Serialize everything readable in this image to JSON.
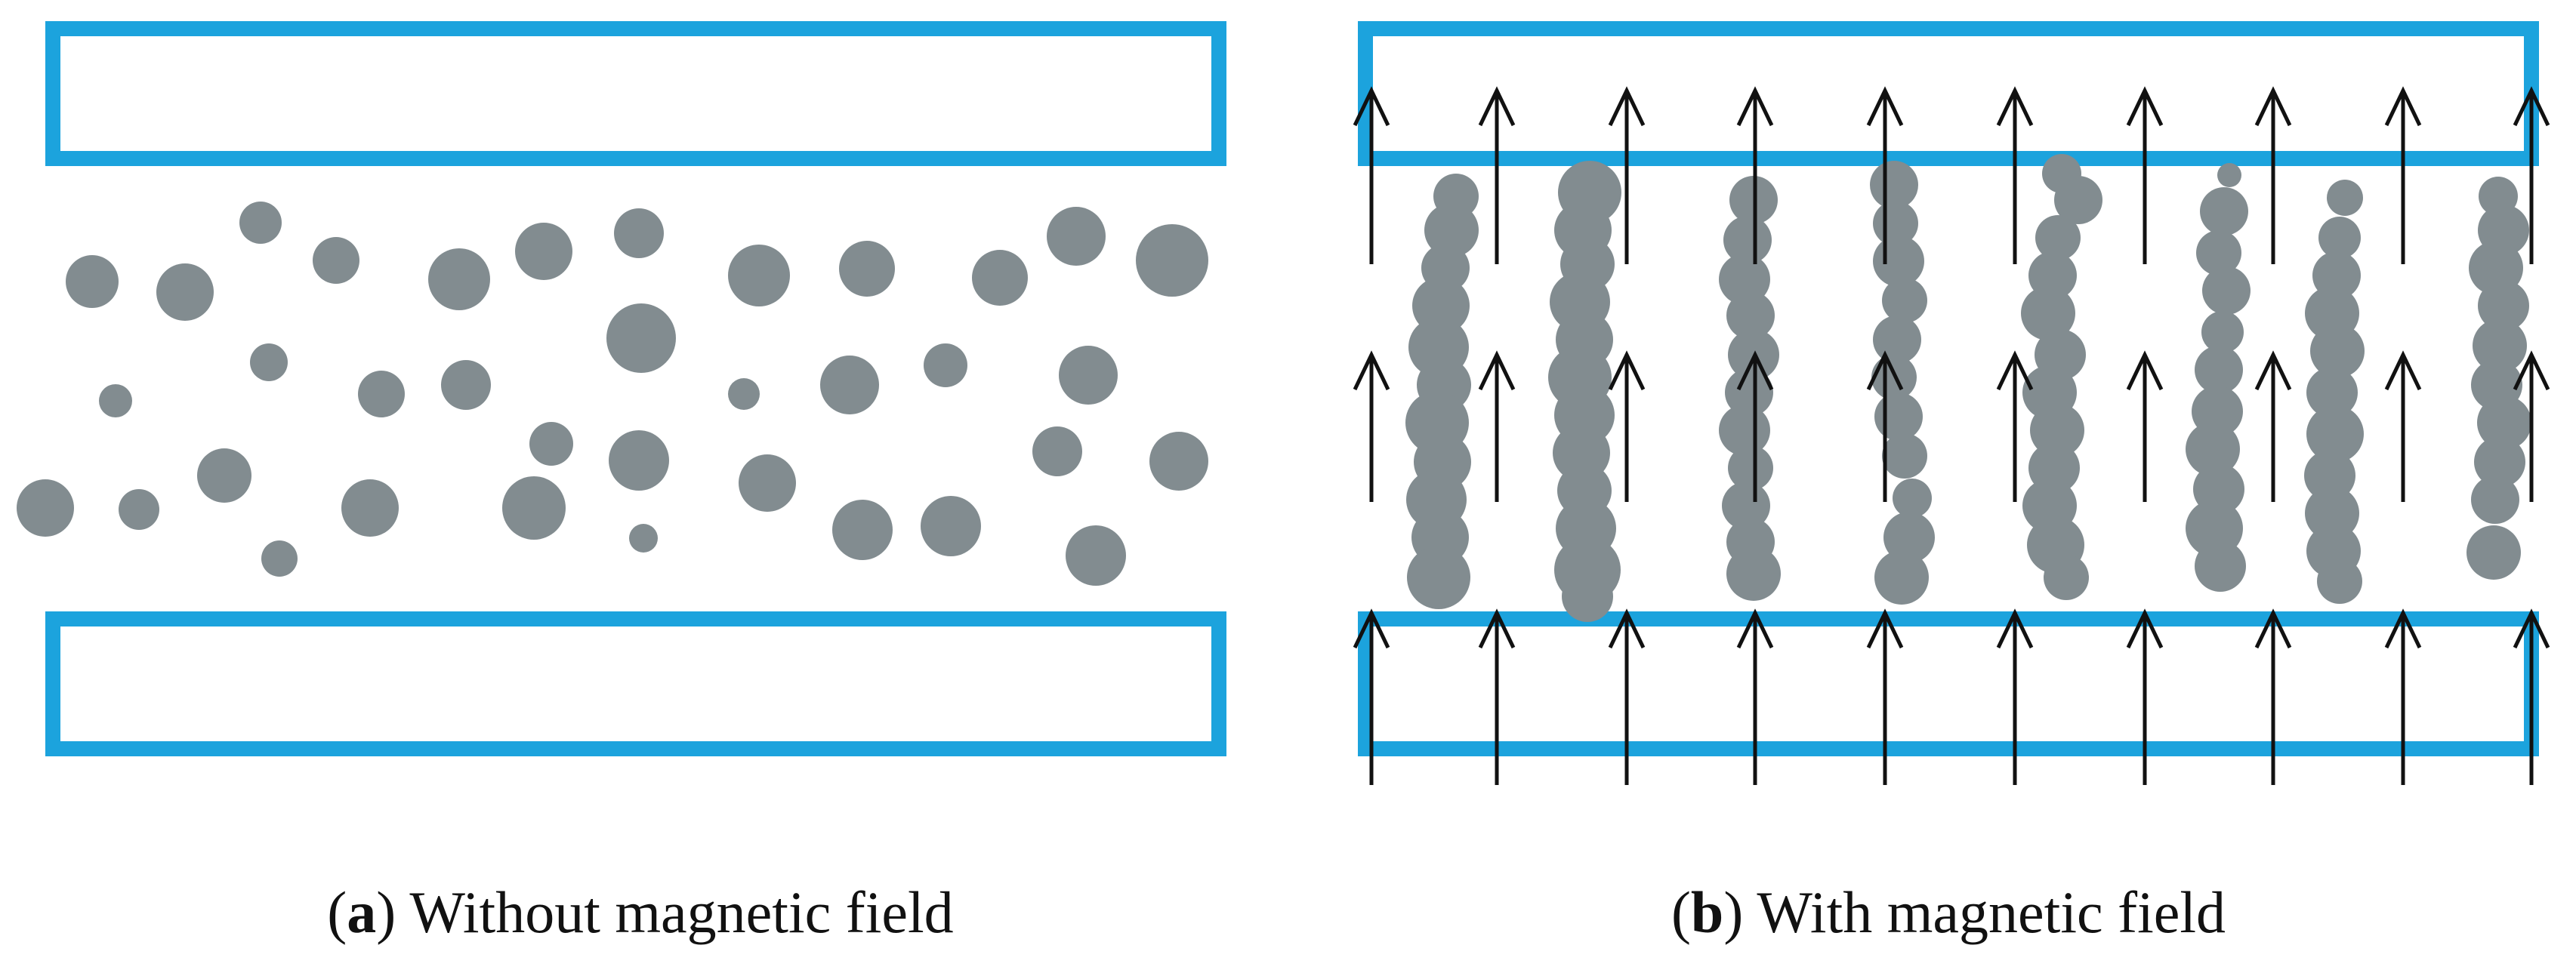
{
  "colors": {
    "plate": "#1ca3dd",
    "particle": "#828c90",
    "arrow": "#111111",
    "background": "#ffffff"
  },
  "panels": [
    {
      "letter": "a",
      "label": "Without magnetic field",
      "magnetic_field": false
    },
    {
      "letter": "b",
      "label": "With magnetic field",
      "magnetic_field": true
    }
  ]
}
